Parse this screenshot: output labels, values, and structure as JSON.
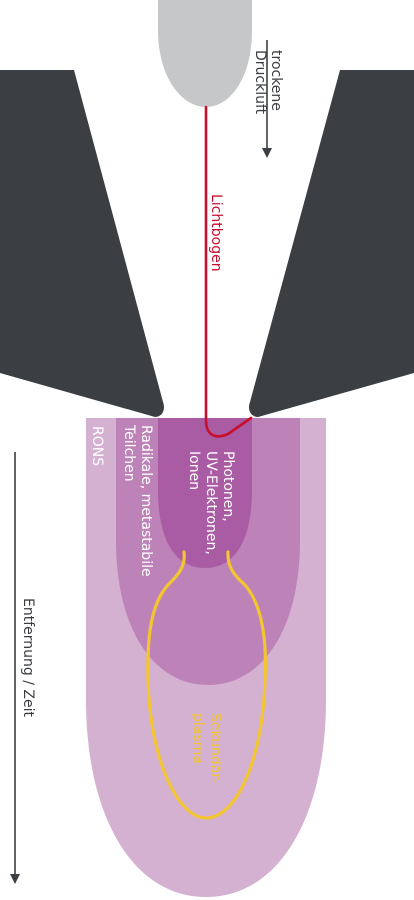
{
  "labels": {
    "air_line1": "trockene",
    "air_line2": "Druckluft",
    "arc": "Lichtbogen",
    "inner_line1": "Photonen,",
    "inner_line2": "UV-Elektronen,",
    "inner_line3": "Ionen",
    "middle_line1": "Radikale, metastabile",
    "middle_line2": "Teilchen",
    "outer": "RONS",
    "distance": "Entfernung / Zeit",
    "secondary_line1": "Sekundär-",
    "secondary_line2": "plasma"
  },
  "colors": {
    "electrode": "#3b3f43",
    "nozzle_tip": "#c6c7c9",
    "arc": "#c8102e",
    "zone_outer": "#d4b0d1",
    "zone_middle": "#bd83b8",
    "zone_inner": "#a95ba4",
    "secondary_plasma": "#f2c531",
    "text_on_zone": "#ffffff",
    "text_dark": "#3b3f43",
    "arrow": "#3b3f43"
  }
}
